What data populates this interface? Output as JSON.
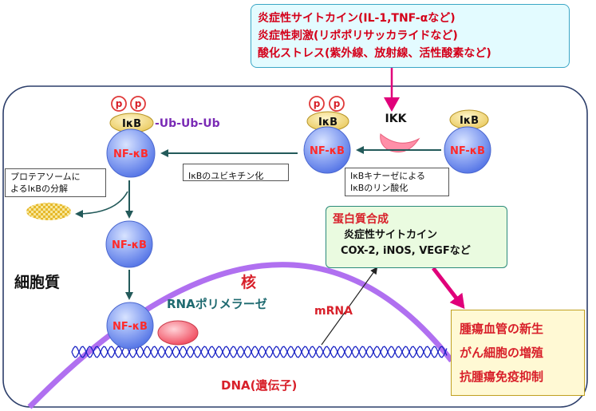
{
  "stimuli_box": {
    "lines": [
      "炎症性サイトカイン(IL-1,TNF-αなど)",
      "炎症性刺激(リポポリサッカライドなど)",
      "酸化ストレス(紫外線、放射線、活性酸素など)"
    ],
    "text_color": "#d4001a",
    "bg_color": "#e3fbff",
    "border_color": "#3aa6c6"
  },
  "phospho": {
    "p_label": "p"
  },
  "ikb_label": "IκB",
  "ubiquitin_tag": "-Ub-Ub-Ub",
  "ikk_label": "IKK",
  "nfkb_label": "NF-κB",
  "ubiquitination_note": "IκBのユビキチン化",
  "phosphorylation_note": [
    "IκBキナーゼによる",
    "IκBのリン酸化"
  ],
  "proteasome_note": [
    "プロテアソームに",
    "よるIκBの分解"
  ],
  "cytoplasm_label": "細胞質",
  "nucleus_label": "核",
  "rna_polymerase_label": "RNAポリメラーゼ",
  "mrna_label": "mRNA",
  "dna_label": "DNA(遺伝子)",
  "protein_box": {
    "title": "蛋白質合成",
    "lines": [
      "炎症性サイトカイン",
      "COX-2, iNOS, VEGFなど"
    ]
  },
  "outcome_box": {
    "lines": [
      "腫瘍血管の新生",
      "がん細胞の増殖",
      "抗腫瘍免疫抑制"
    ]
  },
  "colors": {
    "nfkb_fill": "#6f8ef0",
    "nfkb_text": "#ff2a2a",
    "ikb_fill": "#f3dc7a",
    "p_ring": "#e03a3a",
    "ub_text": "#7a2bb5",
    "ikk_fill": "#ff8fa8",
    "nucleus": "#b070f0",
    "dna": "#1a23c4",
    "rna_pol": "#ff6f7f",
    "label_red": "#d8202a",
    "label_teal": "#1e6a70",
    "arrow_magenta": "#e0007a"
  }
}
